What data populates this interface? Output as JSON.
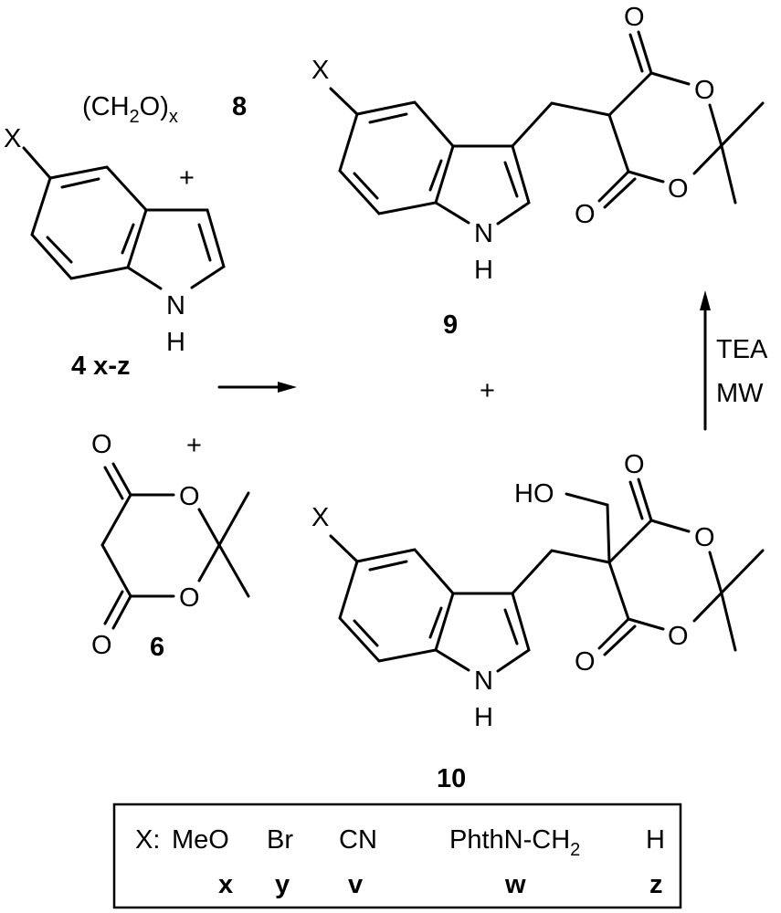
{
  "reagent8": {
    "formula_main": "(CH",
    "formula_sub": "2",
    "formula_mid": "O)",
    "formula_subx": "x",
    "number": "8"
  },
  "compound4": {
    "substituent": "X",
    "n": "N",
    "h": "H",
    "label": "4 x-z"
  },
  "compound6": {
    "o_top": "O",
    "o_ring1": "O",
    "o_ring2": "O",
    "o_bottom": "O",
    "label": "6"
  },
  "compound9": {
    "substituent": "X",
    "n": "N",
    "h": "H",
    "o_top": "O",
    "o_ring1": "O",
    "o_ring2": "O",
    "o_bottom": "O",
    "label": "9"
  },
  "compound10": {
    "substituent": "X",
    "n": "N",
    "h": "H",
    "ho": "HO",
    "o_top": "O",
    "o_ring1": "O",
    "o_ring2": "O",
    "o_bottom": "O",
    "label": "10"
  },
  "plus": "+",
  "conditions": {
    "line1": "TEA",
    "line2": "MW"
  },
  "table": {
    "row_label": "X:",
    "substituents": [
      "MeO",
      "Br",
      "CN",
      "PhthN-CH",
      "H"
    ],
    "phth_sub": "2",
    "codes": [
      "x",
      "y",
      "v",
      "w",
      "z"
    ]
  }
}
